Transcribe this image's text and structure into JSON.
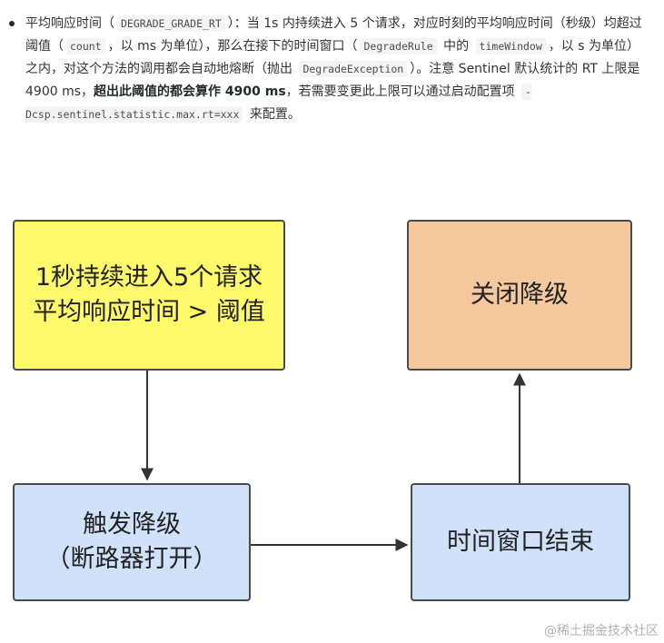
{
  "text": {
    "p1": "平均响应时间（",
    "code1": "DEGRADE_GRADE_RT",
    "p2": "）：当 1s 内持续进入 5 个请求，对应时刻的平均响应时间（秒级）均超过阈值（",
    "code2": "count",
    "p3": "，以 ms 为单位），那么在接下的时间窗口（",
    "code3": "DegradeRule",
    "p4": " 中的 ",
    "code4": "timeWindow",
    "p5": "，以 s 为单位）之内，对这个方法的调用都会自动地熔断（抛出 ",
    "code5": "DegradeException",
    "p6": "）。注意 Sentinel 默认统计的 RT 上限是 4900 ms，",
    "bold1": "超出此阈值的都会算作 4900 ms",
    "p7": "，若需要变更此上限可以通过启动配置项 ",
    "code6": "-Dcsp.sentinel.statistic.max.rt=xxx",
    "p8": " 来配置。"
  },
  "diagram": {
    "box_trigger_condition": "1秒持续进入5个请求\n平均响应时间 > 阈值",
    "box_close_degrade": "关闭降级",
    "box_trigger_degrade": "触发降级\n（断路器打开）",
    "box_window_end": "时间窗口结束"
  },
  "colors": {
    "yellow": "#fefa6b",
    "orange": "#f5c89d",
    "blue": "#cfe2fa",
    "border": "#4a4a4a"
  },
  "watermark": "@稀土掘金技术社区"
}
